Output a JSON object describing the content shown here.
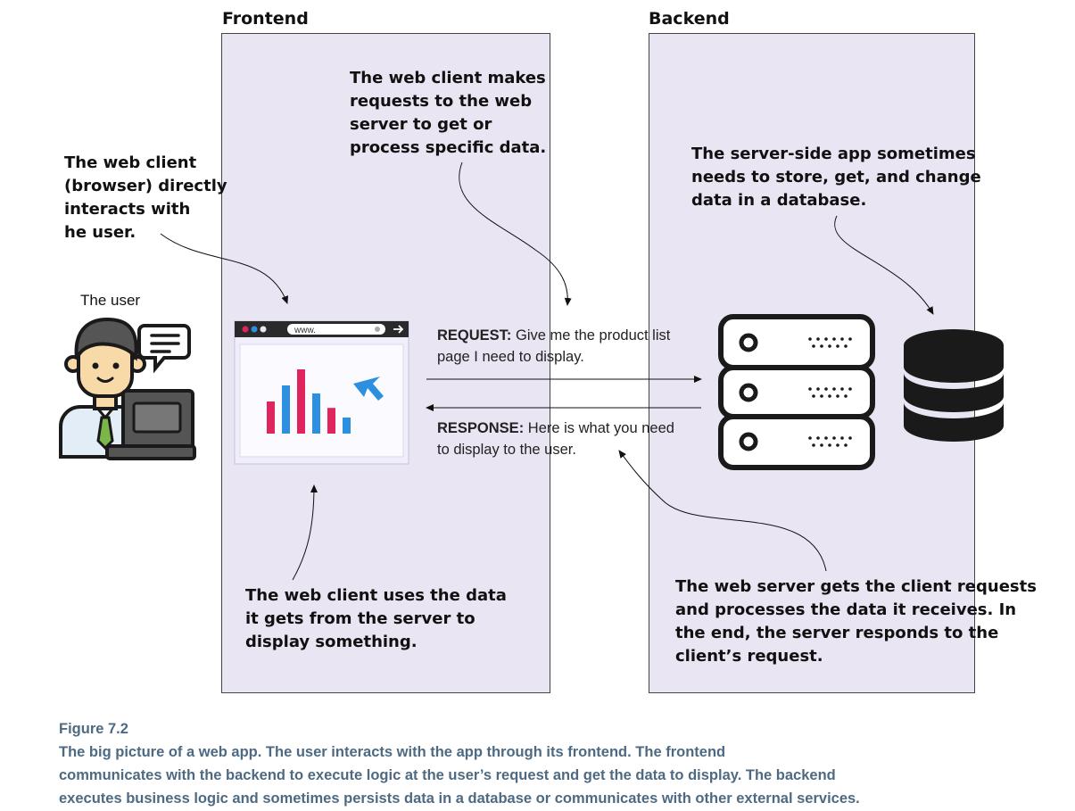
{
  "sections": {
    "frontend": "Frontend",
    "backend": "Backend"
  },
  "user_label": "The user",
  "notes": {
    "client": [
      "The web client",
      "(browser) directly",
      "interacts with",
      "he user."
    ],
    "request": [
      "The web client makes",
      "requests to the web",
      "server to get or",
      "process specific data."
    ],
    "database": [
      "The server-side app sometimes",
      "needs to store, get, and change",
      "data in a database."
    ],
    "display": [
      "The web client uses the data",
      "it gets from the server to",
      "display something."
    ],
    "server": [
      "The web server gets the client requests",
      "and processes the data it receives. In",
      "the end, the server responds to the",
      "client’s request."
    ]
  },
  "arrows": {
    "request_label": "REQUEST:",
    "request_line1": " Give me the product list",
    "request_line2": "page I need to display.",
    "response_label": "RESPONSE:",
    "response_line1": " Here is what you need",
    "response_line2": "to display to the user."
  },
  "browser": {
    "address": "www."
  },
  "chart_bars": [
    {
      "value": 2,
      "color": "#e0245e"
    },
    {
      "value": 3,
      "color": "#2d8fe0"
    },
    {
      "value": 4,
      "color": "#e0245e"
    },
    {
      "value": 2.5,
      "color": "#2d8fe0"
    },
    {
      "value": 1.6,
      "color": "#e0245e"
    },
    {
      "value": 1,
      "color": "#2d8fe0"
    }
  ],
  "caption": {
    "label": "Figure 7.2",
    "lines": [
      "The big picture of a web app. The user interacts with the app through its frontend. The frontend",
      "communicates with the backend to execute logic at the user’s request and get the data to display. The backend",
      "executes business logic and sometimes persists data in a database or communicates with other external services."
    ]
  },
  "colors": {
    "panel": "#e9e5f3",
    "caption": "#4e6a82",
    "accent_pink": "#e0245e",
    "accent_blue": "#2d8fe0"
  }
}
